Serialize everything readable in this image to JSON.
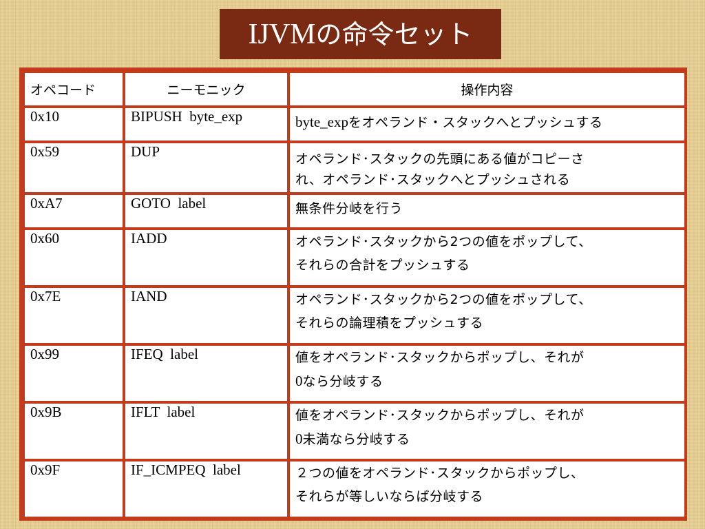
{
  "slide": {
    "title_latin": "IJVM",
    "title_jp": "の命令セット"
  },
  "table": {
    "headers": {
      "opcode": "オペコード",
      "mnemonic": "ニーモニック",
      "operation": "操作内容"
    },
    "rows": [
      {
        "opcode": "0x10",
        "mnemonic": "BIPUSH  byte_exp",
        "desc_latin": "byte_exp",
        "desc_line1": "をオペランド・スタックへとプッシュする",
        "desc_line2": ""
      },
      {
        "opcode": "0x59",
        "mnemonic": "DUP",
        "desc_latin": "",
        "desc_line1": "オペランド･スタックの先頭にある値がコピーさ",
        "desc_line2": "れ、オペランド･スタックへとプッシュされる"
      },
      {
        "opcode": "0xA7",
        "mnemonic": "GOTO  label",
        "desc_latin": "",
        "desc_line1": "無条件分岐を行う",
        "desc_line2": ""
      },
      {
        "opcode": "0x60",
        "mnemonic": "IADD",
        "desc_latin": "",
        "desc_line1": "オペランド･スタックから2つの値をポップして、",
        "desc_line2": "それらの合計をプッシュする"
      },
      {
        "opcode": "0x7E",
        "mnemonic": "IAND",
        "desc_latin": "",
        "desc_line1": "オペランド･スタックから2つの値をポップして、",
        "desc_line2": "それらの論理積をプッシュする"
      },
      {
        "opcode": "0x99",
        "mnemonic": "IFEQ  label",
        "desc_latin": "",
        "desc_line1": "値をオペランド･スタックからポップし、それが",
        "desc_line2_latin": "0",
        "desc_line2": "なら分岐する"
      },
      {
        "opcode": "0x9B",
        "mnemonic": "IFLT  label",
        "desc_latin": "",
        "desc_line1": "値をオペランド･スタックからポップし、それが",
        "desc_line2_latin": "0",
        "desc_line2": "未満なら分岐する"
      },
      {
        "opcode": "0x9F",
        "mnemonic": "IF_ICMPEQ  label",
        "desc_latin": "",
        "desc_line1": "２つの値をオペランド･スタックからポップし、",
        "desc_line2": "それらが等しいならば分岐する"
      }
    ]
  },
  "colors": {
    "title_bg": "#7a2a12",
    "title_text": "#ffffff",
    "table_border": "#c43a1c",
    "cell_bg": "#ffffff",
    "slide_bg": "#e6cf93"
  }
}
